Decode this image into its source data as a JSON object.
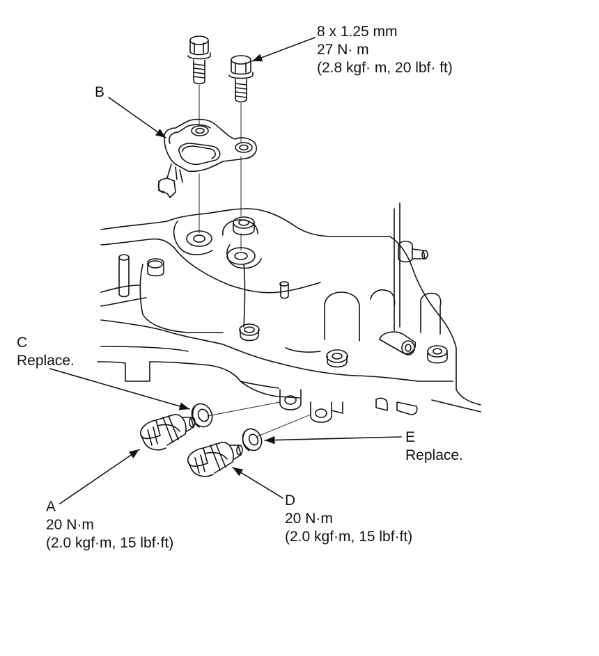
{
  "bolt_spec": {
    "size": "8 x 1.25 mm",
    "torque": "27 N·  m",
    "torque_alt": "(2.8 kgf·  m, 20 lbf·  ft)"
  },
  "label_b": {
    "letter": "B"
  },
  "label_c": {
    "letter": "C",
    "note": "Replace."
  },
  "label_e": {
    "letter": "E",
    "note": "Replace."
  },
  "label_a": {
    "letter": "A",
    "torque": "20 N·m",
    "torque_alt": "(2.0 kgf·m, 15 lbf·ft)"
  },
  "label_d": {
    "letter": "D",
    "torque": "20 N·m",
    "torque_alt": "(2.0 kgf·m, 15 lbf·ft)"
  }
}
